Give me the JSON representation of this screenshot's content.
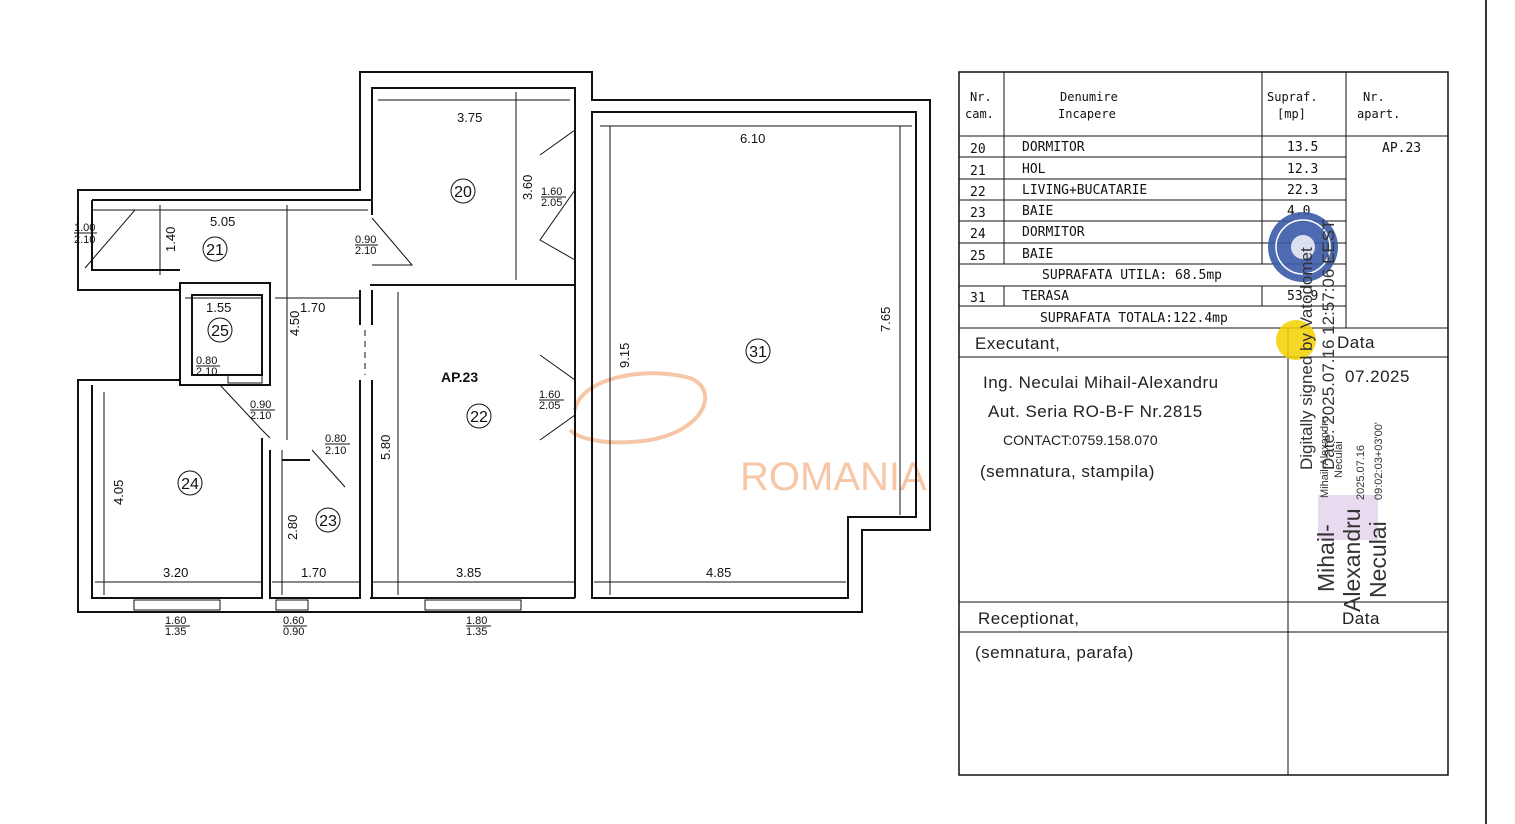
{
  "rooms": [
    {
      "num": "20",
      "name": "DORMITOR",
      "area": "13.5"
    },
    {
      "num": "21",
      "name": "HOL",
      "area": "12.3"
    },
    {
      "num": "22",
      "name": "LIVING+BUCATARIE",
      "area": "22.3"
    },
    {
      "num": "23",
      "name": "BAIE",
      "area": "4.0"
    },
    {
      "num": "24",
      "name": "DORMITOR",
      "area": ""
    },
    {
      "num": "25",
      "name": "BAIE",
      "area": ""
    },
    {
      "num": "31",
      "name": "TERASA",
      "area": "53.9"
    }
  ],
  "table": {
    "h_nr": [
      "Nr.",
      "cam."
    ],
    "h_den": [
      "Denumire",
      "Incapere"
    ],
    "h_supr": [
      "Supraf.",
      "[mp]"
    ],
    "h_ap": [
      "Nr.",
      "apart."
    ],
    "apart": "AP.23",
    "utila": "SUPRAFATA  UTILA: 68.5mp",
    "totala": "SUPRAFATA TOTALA:122.4mp"
  },
  "executant": {
    "label": "Executant,",
    "name": "Ing. Neculai Mihail-Alexandru",
    "aut": "Aut. Seria RO-B-F Nr.2815",
    "contact": "CONTACT:0759.158.070",
    "sign": "(semnatura, stampila)",
    "data_label": "Data",
    "date": "07.2025"
  },
  "receptionat": {
    "label": "Receptionat,",
    "sign": "(semnatura, parafa)",
    "data_label": "Data"
  },
  "plan": {
    "apt_label": "AP.23",
    "room_labels": [
      "20",
      "21",
      "22",
      "23",
      "24",
      "25",
      "31"
    ],
    "dimensions": {
      "d375": "3.75",
      "d610": "6.10",
      "d360": "3.60",
      "d505": "5.05",
      "d140": "1.40",
      "d155": "1.55",
      "d170a": "1.70",
      "d450": "4.50",
      "d765": "7.65",
      "d915": "9.15",
      "d580": "5.80",
      "d405": "4.05",
      "d280": "2.80",
      "d320": "3.20",
      "d170b": "1.70",
      "d385": "3.85",
      "d485": "4.85"
    },
    "openings": [
      {
        "w": "1.00",
        "h": "2.10"
      },
      {
        "w": "0.90",
        "h": "2.10"
      },
      {
        "w": "1.60",
        "h": "2.05"
      },
      {
        "w": "0.80",
        "h": "2.10"
      },
      {
        "w": "0.90",
        "h": "2.10"
      },
      {
        "w": "0.80",
        "h": "2.10"
      },
      {
        "w": "1.60",
        "h": "2.05"
      },
      {
        "w": "1.60",
        "h": "1.35"
      },
      {
        "w": "0.60",
        "h": "0.90"
      },
      {
        "w": "1.80",
        "h": "1.35"
      }
    ]
  },
  "watermark": "ROMANIA",
  "signature": {
    "line1": "Digitally signed by Vatodomet",
    "line2": "Date: 2025.07.16 12:57:06 EEST",
    "name_big": [
      "Mihail-",
      "Alexandru",
      "Neculai"
    ],
    "small": [
      "Mihail-Alexandru",
      "Neculai",
      "2025.07.16",
      "09:02:03+03'00'"
    ]
  },
  "colors": {
    "ink": "#111111",
    "watermark": "#f6c7a6",
    "seal": "#3b5ba9",
    "stamp": "#f5d000",
    "sigpurple": "#d9c3e6"
  }
}
